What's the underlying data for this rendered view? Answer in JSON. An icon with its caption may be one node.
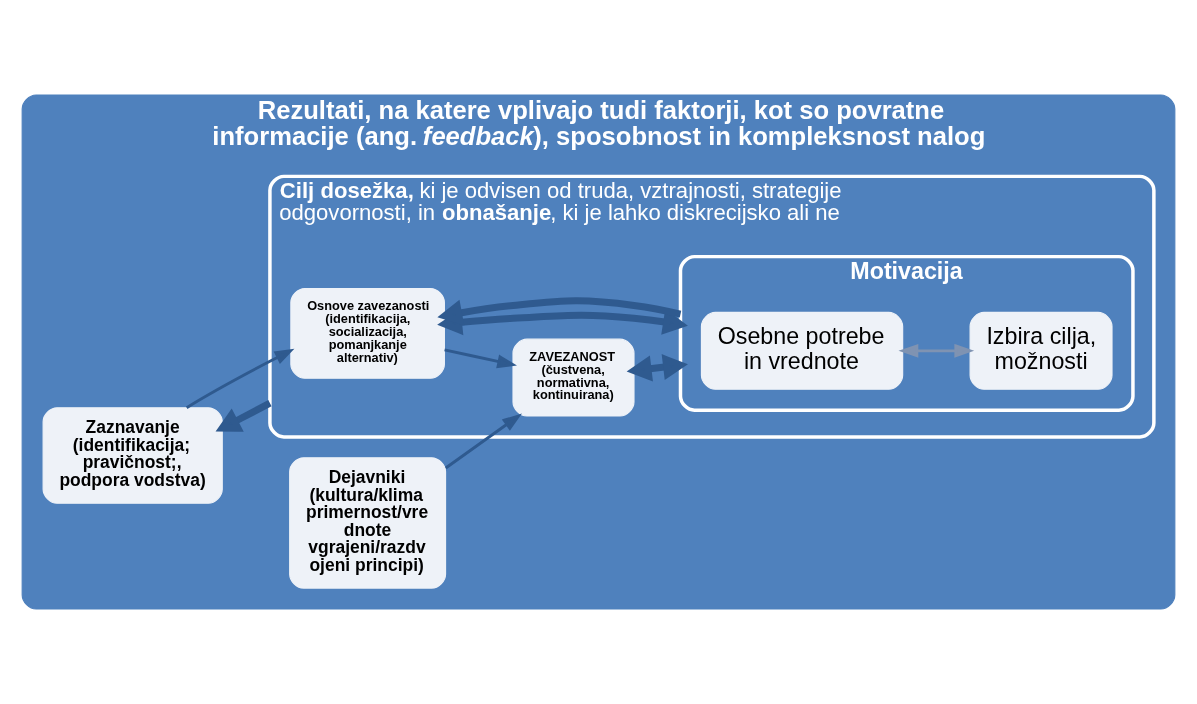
{
  "diagram": {
    "nodes": [
      {
        "text": [
          "Rezultati, na katere vplivajo tudi faktorji, kot so povratne informacije (ang. *feedback*), sposobnost in kompleksnost nalog"
        ]
      },
      {
        "text": [
          "Zaznavanje (identifikacija; pravičnost;, podpora vodstva)"
        ],
        "in": 0
      },
      {
        "text": [
          "Dejavniki (kultura/klima primernost/vre dnote vgrajeni/razdv ojeni principi)"
        ],
        "in": 0
      },
      {
        "text": [
          "**Cilj dosežka,** ki je odvisen od truda, vztrajnosti, strategije odgovornosti, in **obnašanje**, ki je lahko diskrecijsko ali ne"
        ],
        "in": 0
      },
      {
        "text": [
          "Osnove zavezanosti (identifikacija, socializacija, pomanjkanje alternativ)"
        ],
        "in": 3
      },
      {
        "text": [
          "ZAVEZANOST (čustvena, normativna, kontinuirana)"
        ],
        "in": 3
      },
      {
        "text": [
          "Motivacija"
        ],
        "in": 3
      },
      {
        "text": [
          "Osebne potrebe in vrednote"
        ],
        "in": 6
      },
      {
        "text": [
          "Izbira cilja, možnosti"
        ],
        "in": 6
      }
    ],
    "edges": [
      {
        "from": 1,
        "to": 4,
        "arrow": "to"
      },
      {
        "from": 2,
        "to": 5,
        "arrow": "to"
      },
      {
        "from": 4,
        "to": 5,
        "arrow": "to"
      },
      {
        "from": 4,
        "to": 6,
        "arrow": "both",
        "style": "thick"
      },
      {
        "from": 5,
        "to": 6,
        "arrow": "both",
        "style": "thick"
      },
      {
        "from": 7,
        "to": 8,
        "arrow": "both",
        "color": "#7f93b2"
      },
      {
        "from": 6,
        "to": 3,
        "arrow": "to",
        "style": "thick"
      },
      {
        "from": 3,
        "to": 0,
        "arrow": "to",
        "style": "thick"
      }
    ]
  }
}
